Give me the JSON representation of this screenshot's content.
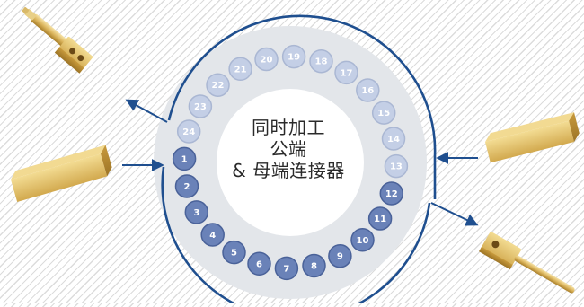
{
  "center_text": {
    "line1": "同时加工",
    "line2": "公端",
    "line3": "& 母端连接器"
  },
  "stations": {
    "active": [
      "1",
      "2",
      "3",
      "4",
      "5",
      "6",
      "7",
      "8",
      "9",
      "10",
      "11",
      "12"
    ],
    "inactive": [
      "13",
      "14",
      "15",
      "16",
      "17",
      "18",
      "19",
      "20",
      "21",
      "22",
      "23",
      "24"
    ]
  },
  "colors": {
    "ring": "#e3e6ea",
    "track": "#1f4f8f",
    "active_fill": "#6a82b8",
    "inactive_fill": "#c4cfe6",
    "brass_light": "#e9cc7c",
    "brass_dark": "#a8802c"
  },
  "icons": {
    "male_blank_left": "brass-rod-blank-icon",
    "finished_pin_top_left": "female-socket-pin-icon",
    "male_blank_right": "brass-rod-blank-icon",
    "finished_pin_bottom_right": "male-pin-connector-icon"
  }
}
